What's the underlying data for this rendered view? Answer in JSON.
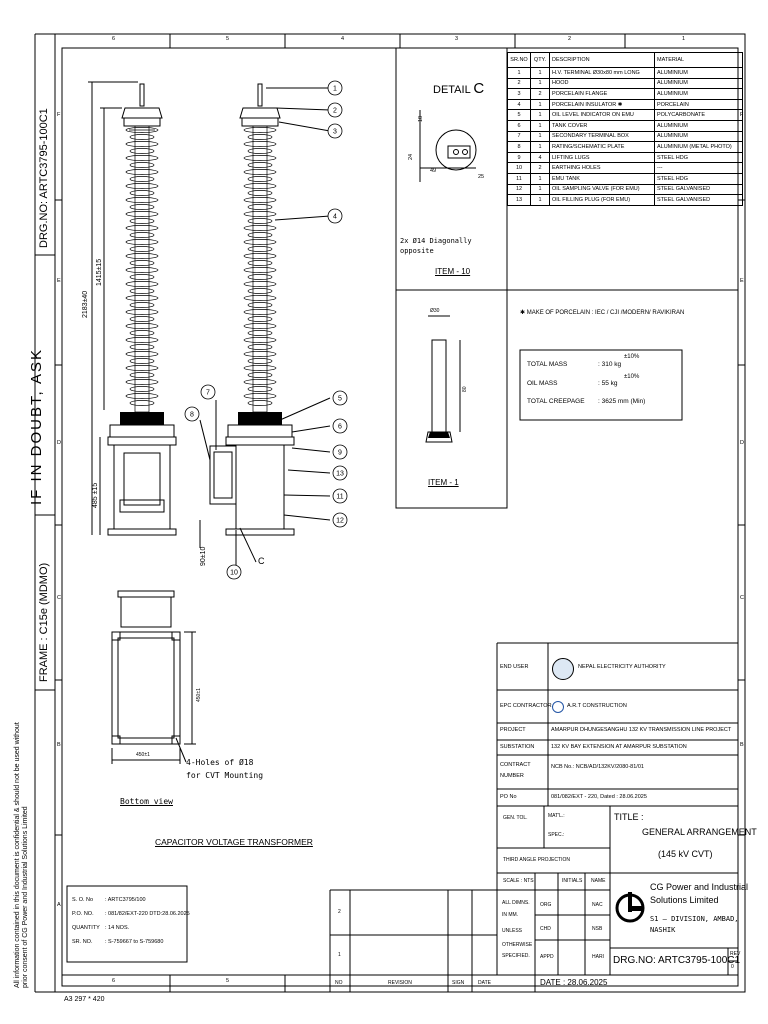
{
  "zones": {
    "columns": [
      "6",
      "5",
      "4",
      "3",
      "2",
      "1"
    ],
    "rows": [
      "F",
      "E",
      "D",
      "C",
      "B",
      "A"
    ]
  },
  "left_margin": {
    "drg_no": "DRG.NO: ARTC3795-100C1",
    "doubt": "IF  IN  DOUBT,  ASK",
    "frame": "FRAME : C15e (MDMO)",
    "confidential": "All information contained in this document is confidential & should not be used without prior consent of CG Power and Industrial Solutions Limited"
  },
  "sheet_size": "A3  297 * 420",
  "parts_table": {
    "headers": [
      "SR.NO",
      "QTY.",
      "DESCRIPTION",
      "MATERIAL"
    ],
    "rows": [
      [
        "1",
        "1",
        "H.V. TERMINAL Ø30x80 mm LONG",
        "ALUMINIUM"
      ],
      [
        "2",
        "1",
        "HOOD",
        "ALUMINIUM"
      ],
      [
        "3",
        "2",
        "PORCELAIN FLANGE",
        "ALUMINIUM"
      ],
      [
        "4",
        "1",
        "PORCELAIN INSULATOR ✱",
        "PORCELAIN"
      ],
      [
        "5",
        "1",
        "OIL LEVEL INDICATOR ON EMU",
        "POLYCARBONATE"
      ],
      [
        "6",
        "1",
        "TANK COVER",
        "ALUMINIUM"
      ],
      [
        "7",
        "1",
        "SECONDARY TERMINAL BOX",
        "ALUMINIUM"
      ],
      [
        "8",
        "1",
        "RATING/SCHEMATIC PLATE",
        "ALUMINIUM (METAL PHOTO)"
      ],
      [
        "9",
        "4",
        "LIFTING LUGS",
        "STEEL HDG"
      ],
      [
        "10",
        "2",
        "EARTHING HOLES",
        "---"
      ],
      [
        "11",
        "1",
        "EMU TANK",
        "STEEL HDG"
      ],
      [
        "12",
        "1",
        "OIL SAMPLING VALVE (FOR EMU)",
        "STEEL GALVANISED"
      ],
      [
        "13",
        "1",
        "OIL FILLING PLUG (FOR EMU)",
        "STEEL GALVANISED"
      ]
    ]
  },
  "porcelain_note": "✱ MAKE OF PORCELAIN : IEC / CJI /MODERN/ RAVIKIRAN",
  "mass": {
    "total_mass_label": "TOTAL MASS",
    "total_mass_value": ": 310 kg",
    "total_mass_tol": "±10%",
    "oil_mass_label": "OIL MASS",
    "oil_mass_value": ": 55 kg",
    "oil_mass_tol": "±10%",
    "creepage_label": "TOTAL CREEPAGE",
    "creepage_value": ": 3625 mm (Min)"
  },
  "detail_c": {
    "title": "DETAIL",
    "letter": "C",
    "dim_18": "18",
    "dim_24": "24",
    "dim_49": "49",
    "dim_25": "25",
    "note": "2x Ø14 Diagonally opposite",
    "item": "ITEM - 10"
  },
  "item1": {
    "dim_top": "Ø30",
    "dim_side": "80",
    "label": "ITEM - 1"
  },
  "main_view": {
    "dim_total": "2183±40",
    "dim_insulator": "1415±15",
    "dim_tank": "485 ±15",
    "dim_small": "90±10",
    "balloons": [
      "1",
      "2",
      "3",
      "4",
      "5",
      "6",
      "9",
      "13",
      "11",
      "12",
      "7",
      "8",
      "10"
    ],
    "detail_ref": "C"
  },
  "bottom_view": {
    "dim_width": "450±1",
    "dim_depth": "450±1",
    "holes_note_1": "4-Holes of Ø18",
    "holes_note_2": "for CVT Mounting",
    "label": "Bottom view"
  },
  "drawing_caption": "CAPACITOR  VOLTAGE  TRANSFORMER",
  "order_box": {
    "so_label": "S. O. No",
    "so_value": ": ARTC3795/100",
    "po_label": "P.O. NO.",
    "po_value": ": 081/82/EXT-220 DTD:28.06.2025",
    "qty_label": "QUANTITY",
    "qty_value": ": 14 NOS.",
    "sr_label": "SR. NO.",
    "sr_value": ": S-759667 to S-759680"
  },
  "title_block": {
    "end_user_label": "END USER",
    "end_user": "NEPAL ELECTRICITY AUTHORITY",
    "epc_label": "EPC CONTRACTOR",
    "epc": "A.R.T CONSTRUCTION",
    "project_label": "PROJECT",
    "project": "AMARPUR DHUNGESANGHU 132 KV TRANSMISSION LINE PROJECT",
    "substation_label": "SUBSTATION",
    "substation": "132 KV BAY EXTENSION AT AMARPUR SUBSTATION",
    "contract_label_1": "CONTRACT",
    "contract_label_2": "NUMBER",
    "contract": "NCB No.: NCB/AD/132KV/2080-81/01",
    "po_label": "PO No",
    "po": "081/082/EXT - 220,  Dated : 28.06.2025",
    "gen_tol": "GEN. TOL.",
    "matl": "MAT'L.:",
    "spec": "SPEC.:",
    "title_label": "TITLE :",
    "title_1": "GENERAL ARRANGEMENT",
    "title_2": "(145 kV CVT)",
    "projection": "THIRD ANGLE PROJECTION",
    "scale": "SCALE : NTS",
    "initials": "INITIALS",
    "name": "NAME",
    "all_dims_1": "ALL DIMNS.",
    "all_dims_2": "IN MM.",
    "unless_1": "UNLESS",
    "unless_2": "OTHERWISE",
    "unless_3": "SPECIFIED.",
    "org": "ORG",
    "org_name": "NAC",
    "chd": "CHD",
    "chd_name": "NSB",
    "appd": "APPD",
    "appd_name": "HARI",
    "company_1": "CG Power and Industrial",
    "company_2": "Solutions Limited",
    "company_3": "S1 – DIVISION, AMBAD,",
    "company_4": "NASHIK",
    "drg_no": "DRG.NO: ARTC3795-100C1",
    "rev_label": "REV",
    "rev_value": "0",
    "date": "DATE : 28.06.2025",
    "rev_rows": [
      "2",
      "1"
    ],
    "rev_no": "NO",
    "rev_revision": "REVISION",
    "rev_sign": "SIGN",
    "rev_date": "DATE"
  }
}
